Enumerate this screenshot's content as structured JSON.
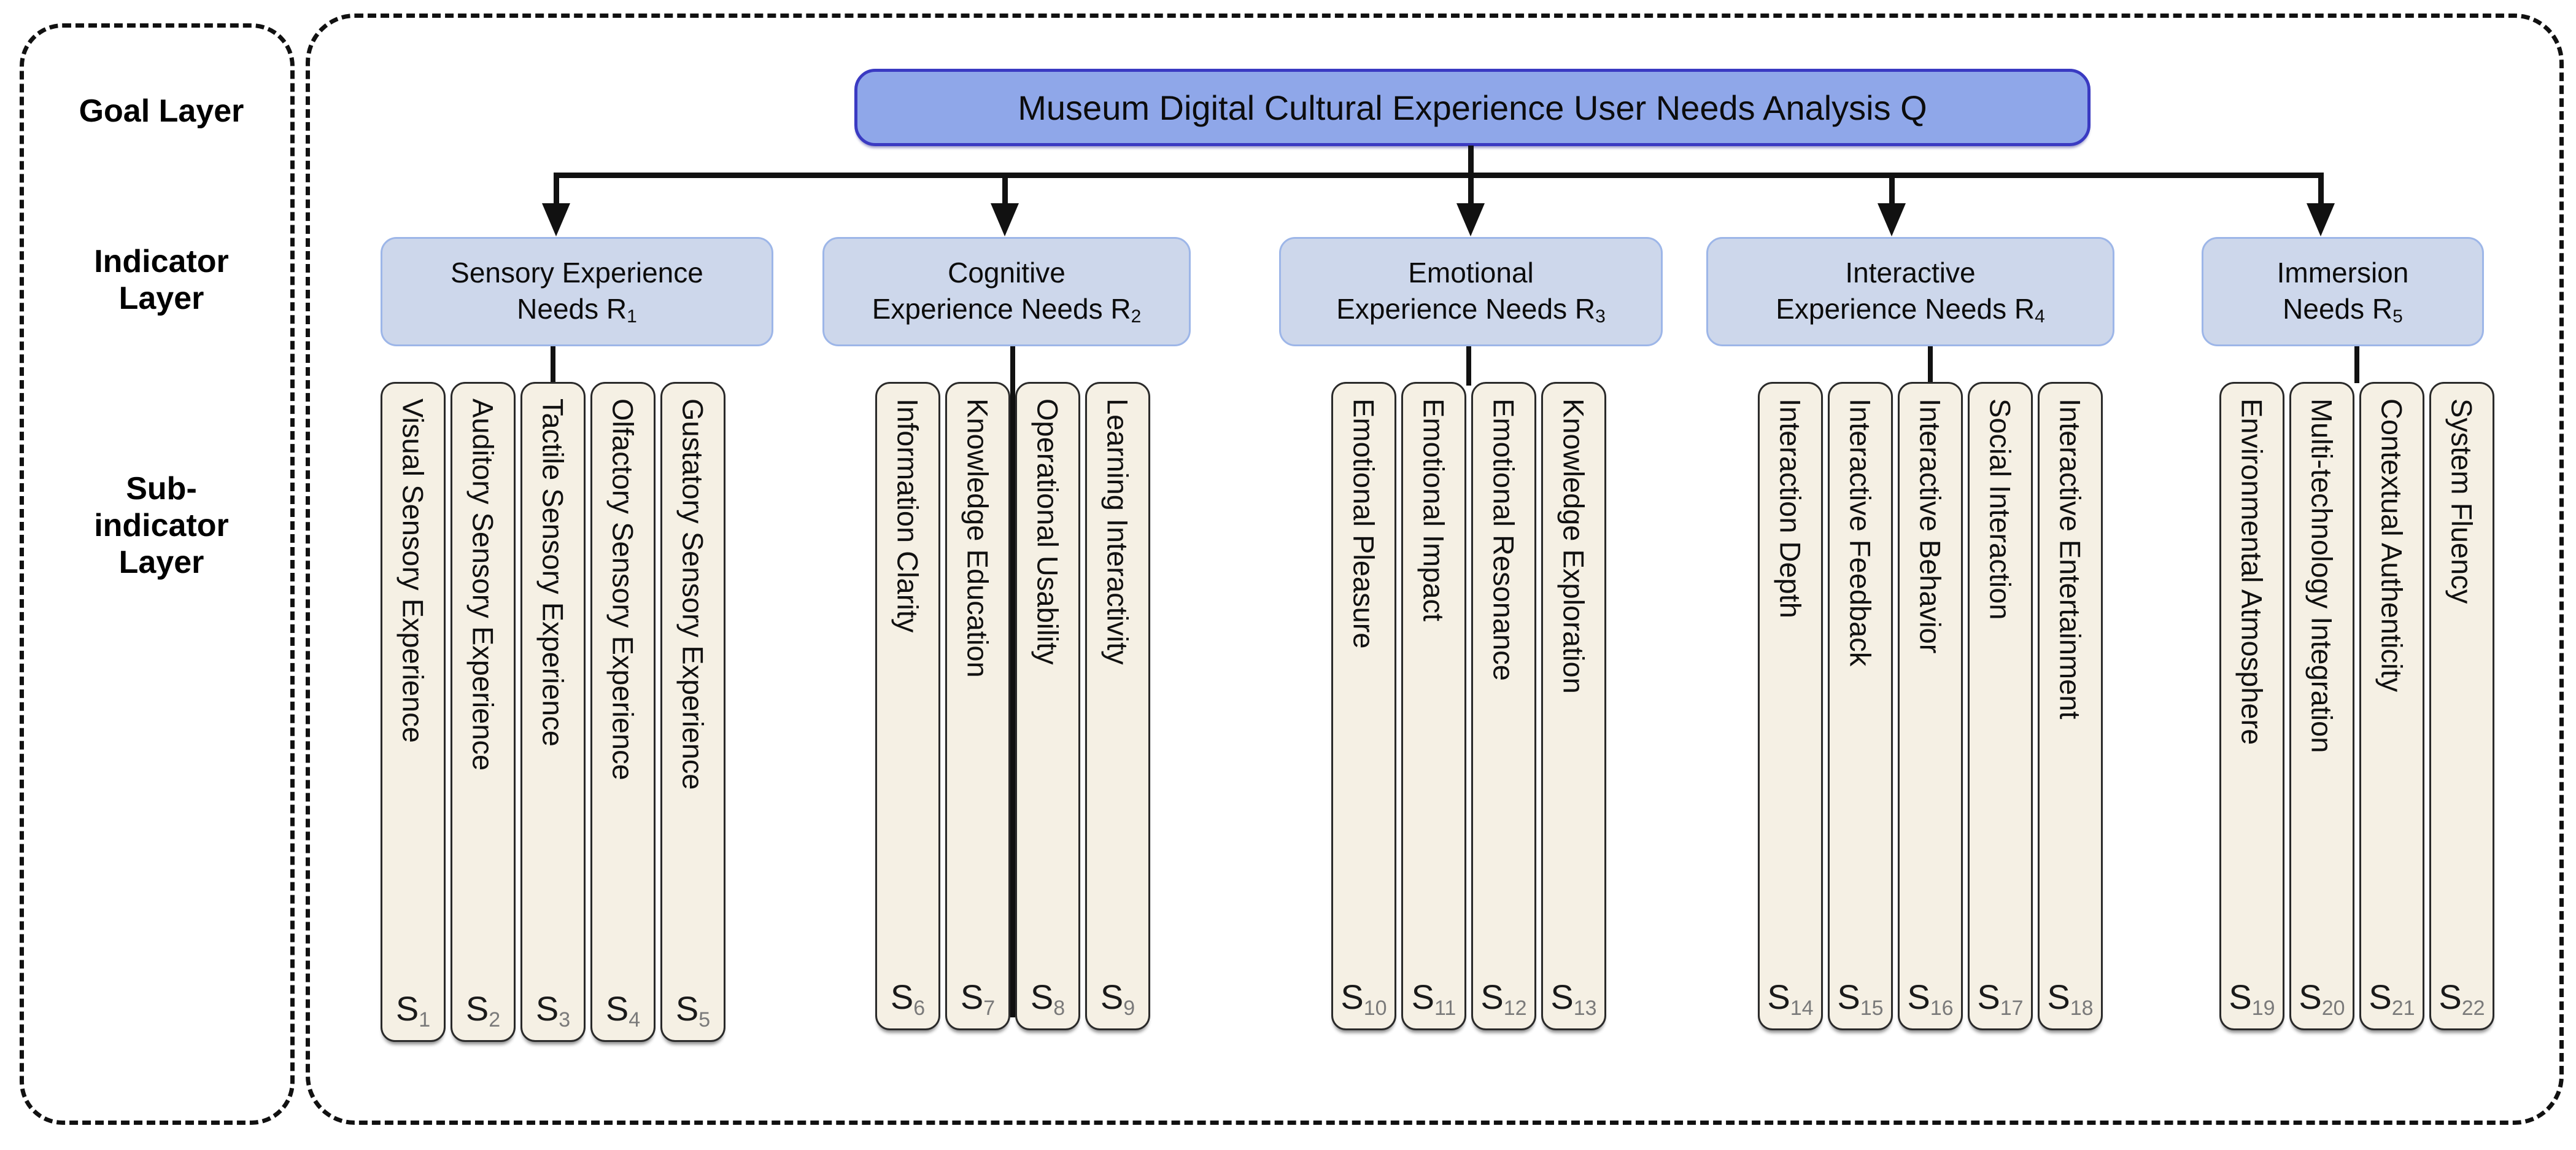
{
  "legend": {
    "goal_label": "Goal Layer",
    "indicator_label_lines": [
      "Indicator",
      "Layer"
    ],
    "sub_indicator_label_lines": [
      "Sub-",
      "indicator",
      "Layer"
    ]
  },
  "goal": {
    "title": "Museum Digital Cultural Experience User Needs Analysis Q"
  },
  "s_prefix": "S",
  "r_prefix": "R",
  "indicators": [
    {
      "line1": "Sensory Experience",
      "line2": "Needs R",
      "sub": "1"
    },
    {
      "line1": "Cognitive",
      "line2": "Experience Needs R",
      "sub": "2"
    },
    {
      "line1": "Emotional",
      "line2": "Experience Needs R",
      "sub": "3"
    },
    {
      "line1": "Interactive",
      "line2": "Experience Needs R",
      "sub": "4"
    },
    {
      "line1": "Immersion",
      "line2": "Needs R",
      "sub": "5"
    }
  ],
  "groups": [
    {
      "items": [
        {
          "label": "Visual Sensory Experience",
          "sub": "1"
        },
        {
          "label": "Auditory Sensory Experience",
          "sub": "2"
        },
        {
          "label": "Tactile Sensory Experience",
          "sub": "3"
        },
        {
          "label": "Olfactory Sensory Experience",
          "sub": "4"
        },
        {
          "label": "Gustatory Sensory Experience",
          "sub": "5"
        }
      ]
    },
    {
      "items": [
        {
          "label": "Information Clarity",
          "sub": "6"
        },
        {
          "label": "Knowledge Education",
          "sub": "7"
        },
        {
          "label": "Operational Usability",
          "sub": "8"
        },
        {
          "label": "Learning Interactivity",
          "sub": "9"
        }
      ]
    },
    {
      "items": [
        {
          "label": "Emotional Pleasure",
          "sub": "10"
        },
        {
          "label": "Emotional Impact",
          "sub": "11"
        },
        {
          "label": "Emotional Resonance",
          "sub": "12"
        },
        {
          "label": "Knowledge Exploration",
          "sub": "13"
        }
      ]
    },
    {
      "items": [
        {
          "label": "Interaction Depth",
          "sub": "14"
        },
        {
          "label": "Interactive Feedback",
          "sub": "15"
        },
        {
          "label": "Interactive Behavior",
          "sub": "16"
        },
        {
          "label": "Social Interaction",
          "sub": "17"
        },
        {
          "label": "Interactive Entertainment",
          "sub": "18"
        }
      ]
    },
    {
      "items": [
        {
          "label": "Environmental Atmosphere",
          "sub": "19"
        },
        {
          "label": "Multi-technology Integration",
          "sub": "20"
        },
        {
          "label": "Contextual Authenticity",
          "sub": "21"
        },
        {
          "label": "System Fluency",
          "sub": "22"
        }
      ]
    }
  ],
  "colors": {
    "goal_fill": "#8FA7E9",
    "goal_border": "#3A3AC2",
    "indicator_fill": "#CDD7EB",
    "indicator_border": "#9DB6E8",
    "sub_fill": "#F5F0E4",
    "sub_border": "#2A2A2A",
    "connector": "#111111",
    "sub_index_text": "#7A7A7A"
  }
}
